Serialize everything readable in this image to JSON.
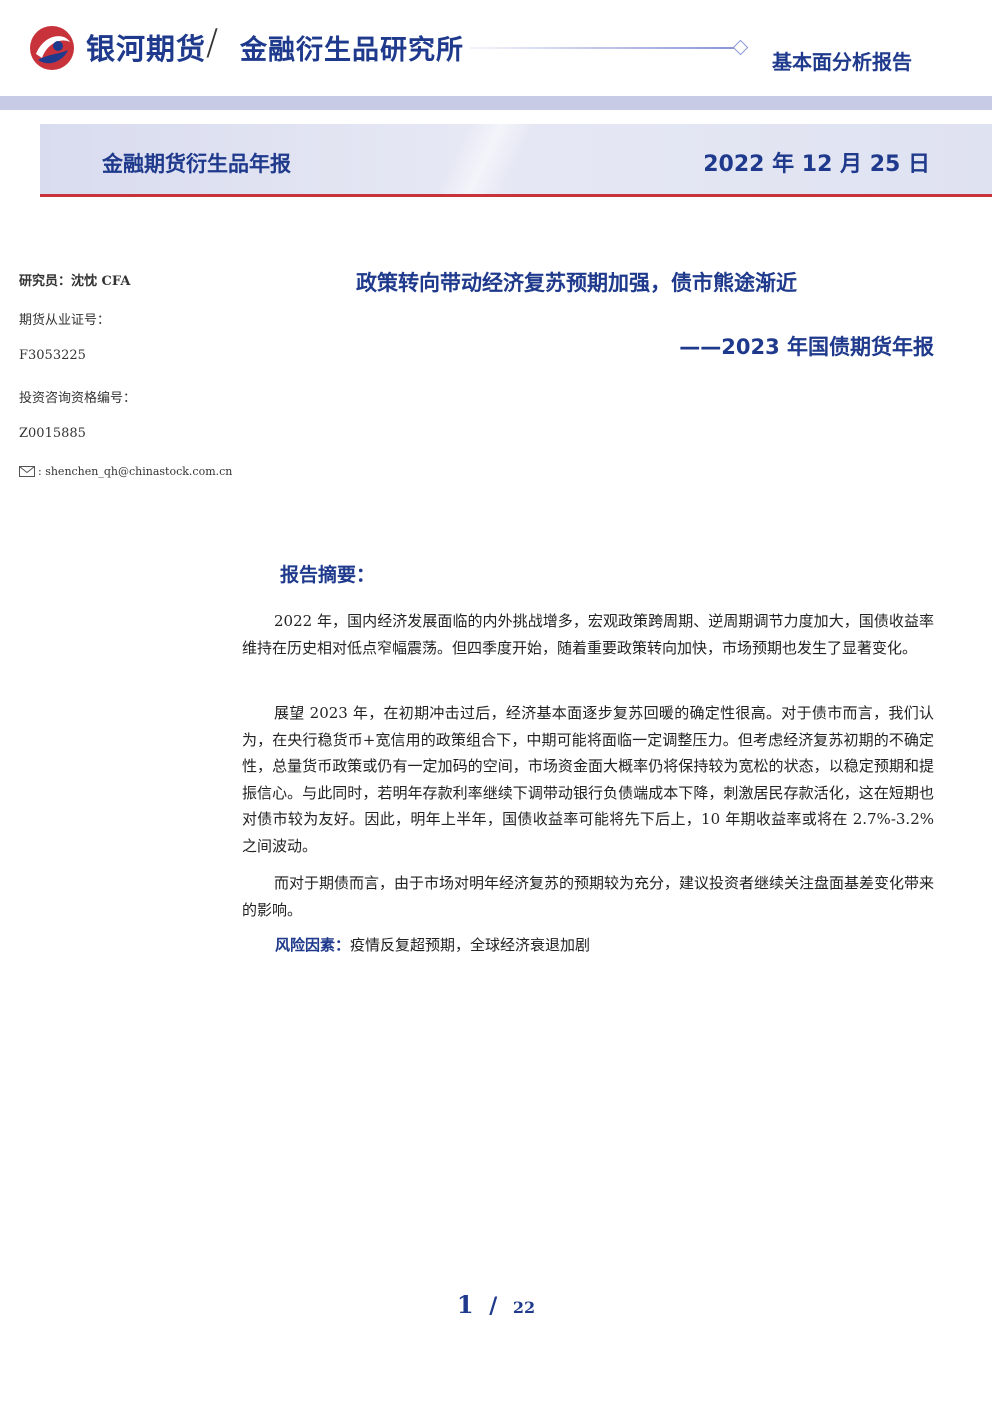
{
  "header": {
    "company": "银河期货",
    "institute": "金融衍生品研究所",
    "report_type": "基本面分析报告"
  },
  "banner": {
    "title": "金融期货衍生品年报",
    "date": "2022 年 12 月 25 日"
  },
  "sidebar": {
    "researcher": "研究员：沈忱 CFA",
    "cert_label": "期货从业证号：",
    "cert_value": "F3053225",
    "qual_label": "投资咨询资格编号：",
    "qual_value": "Z0015885",
    "email": ": shenchen_qh@chinastock.com.cn"
  },
  "titles": {
    "main": "政策转向带动经济复苏预期加强，债市熊途渐近",
    "sub": "——2023 年国债期货年报"
  },
  "summary": {
    "heading": "报告摘要：",
    "paragraphs": [
      "2022 年，国内经济发展面临的内外挑战增多，宏观政策跨周期、逆周期调节力度加大，国债收益率维持在历史相对低点窄幅震荡。但四季度开始，随着重要政策转向加快，市场预期也发生了显著变化。",
      "展望 2023 年，在初期冲击过后，经济基本面逐步复苏回暖的确定性很高。对于债市而言，我们认为，在央行稳货币+宽信用的政策组合下，中期可能将面临一定调整压力。但考虑经济复苏初期的不确定性，总量货币政策或仍有一定加码的空间，市场资金面大概率仍将保持较为宽松的状态，以稳定预期和提振信心。与此同时，若明年存款利率继续下调带动银行负债端成本下降，刺激居民存款活化，这在短期也对债市较为友好。因此，明年上半年，国债收益率可能将先下后上，10 年期收益率或将在 2.7%-3.2%之间波动。",
      "而对于期债而言，由于市场对明年经济复苏的预期较为充分，建议投资者继续关注盘面基差变化带来的影响。"
    ],
    "risk_label": "风险因素：",
    "risk_text": "疫情反复超预期，全球经济衰退加剧"
  },
  "footer": {
    "page": "1",
    "separator": "/",
    "total": "22"
  },
  "colors": {
    "brand_blue": "#1f3a8c",
    "accent_red": "#c8323a",
    "band": "#c8cbe6"
  }
}
